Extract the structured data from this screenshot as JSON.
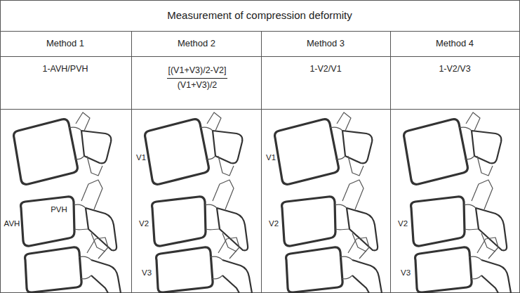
{
  "diagram": {
    "title": "Measurement of compression deformity",
    "labels": [
      "Method 1",
      "Method 2",
      "Method 3",
      "Method 4",
      "1-AVH/PVH",
      "[(V1+V3)/2-V2]",
      "(V1+V3)/2",
      "1-V2/V1",
      "1-V2/V3",
      "AVH",
      "PVH",
      "V1",
      "V2",
      "V3",
      "V1",
      "V2",
      "V2",
      "V3"
    ]
  }
}
